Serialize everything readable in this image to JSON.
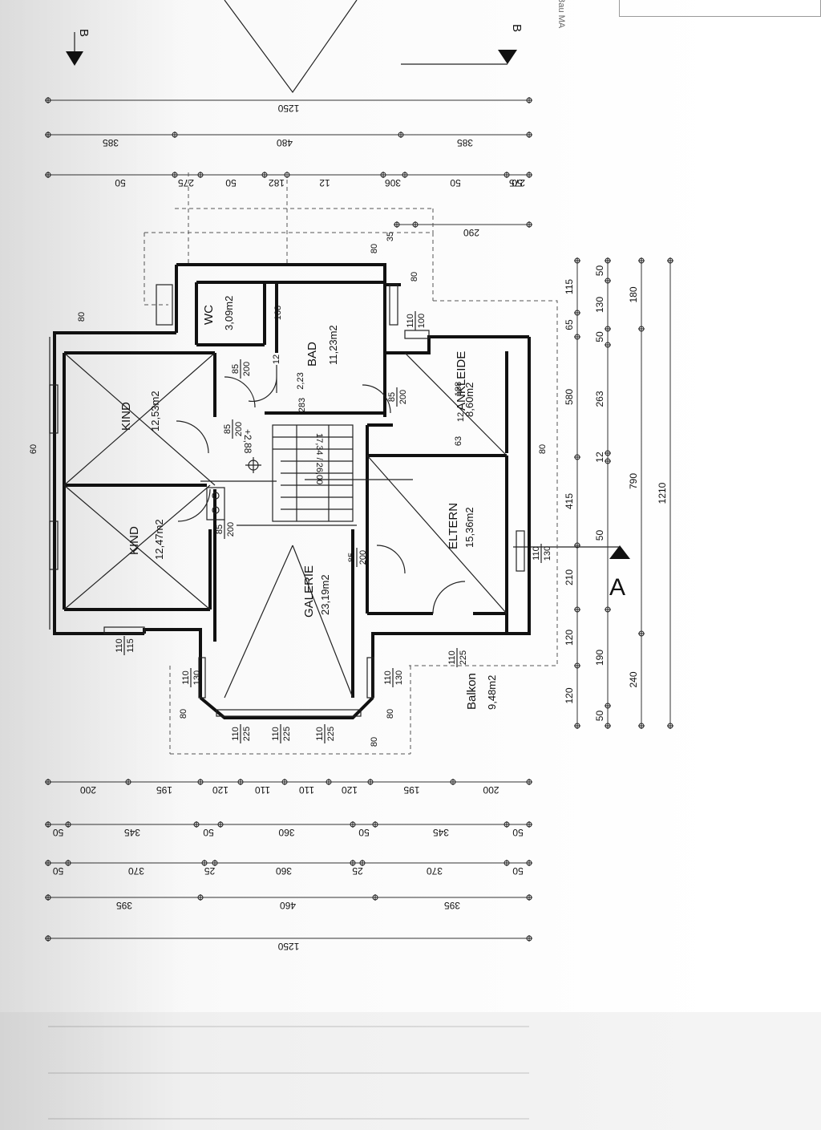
{
  "title_block": {
    "text": "Bau MA"
  },
  "section_marks": [
    {
      "letter": "B",
      "id": "b-left"
    },
    {
      "letter": "B",
      "id": "b-right"
    },
    {
      "letter": "A",
      "id": "a-main"
    }
  ],
  "rooms": [
    {
      "name": "WC",
      "area": "3,09m2"
    },
    {
      "name": "BAD",
      "area": "11,23m2"
    },
    {
      "name": "KIND",
      "area": "12,53m2"
    },
    {
      "name": "KIND",
      "area": "12,47m2"
    },
    {
      "name": "ANKLEIDE",
      "area": "8,60m2"
    },
    {
      "name": "ELTERN",
      "area": "15,36m2"
    },
    {
      "name": "GALERIE",
      "area": "23,19m2"
    },
    {
      "name": "Balkon",
      "area": "9,48m2"
    }
  ],
  "level_mark": "+2,88",
  "stair_label": "17,34 / 26,00",
  "top_dims": {
    "row1": [
      "1250"
    ],
    "row2": [
      "385",
      "480",
      "385"
    ],
    "row3": [
      "50",
      "275",
      "50",
      "182",
      "12",
      "306",
      "50",
      "275",
      "50"
    ],
    "row4": [
      "290"
    ]
  },
  "bottom_dims": {
    "row1": [
      "200",
      "195",
      "120",
      "110",
      "110",
      "120",
      "195",
      "200"
    ],
    "row2": [
      "50",
      "345",
      "50",
      "360",
      "50",
      "345",
      "50"
    ],
    "row3": [
      "50",
      "370",
      "25",
      "360",
      "25",
      "370",
      "50"
    ],
    "row4": [
      "395",
      "460",
      "395"
    ],
    "row5": [
      "1250"
    ]
  },
  "right_dims": {
    "row1": [
      "115",
      "65",
      "580",
      "415",
      "210",
      "120",
      "120"
    ],
    "row2": [
      "50",
      "130",
      "50",
      "263",
      "12",
      "50",
      "190",
      "50"
    ],
    "row3": [
      "180",
      "790",
      "240"
    ],
    "row4": [
      "1210"
    ]
  },
  "opening_labels": [
    {
      "top": "110",
      "bottom": "225"
    },
    {
      "top": "110",
      "bottom": "225"
    },
    {
      "top": "110",
      "bottom": "225"
    },
    {
      "top": "110",
      "bottom": "225"
    },
    {
      "top": "110",
      "bottom": "130"
    },
    {
      "top": "110",
      "bottom": "130"
    },
    {
      "top": "110",
      "bottom": "130"
    },
    {
      "top": "110",
      "bottom": "100"
    },
    {
      "top": "85",
      "bottom": "200"
    },
    {
      "top": "85",
      "bottom": "200"
    },
    {
      "top": "85",
      "bottom": "200"
    },
    {
      "top": "85",
      "bottom": "200"
    },
    {
      "top": "85",
      "bottom": "200"
    },
    {
      "top": "110",
      "bottom": "115"
    }
  ],
  "misc_labels": [
    "80",
    "80",
    "80",
    "80",
    "80",
    "80",
    "168",
    "283",
    "188",
    "12",
    "12",
    "63",
    "35",
    "2,23",
    "60",
    "80"
  ]
}
